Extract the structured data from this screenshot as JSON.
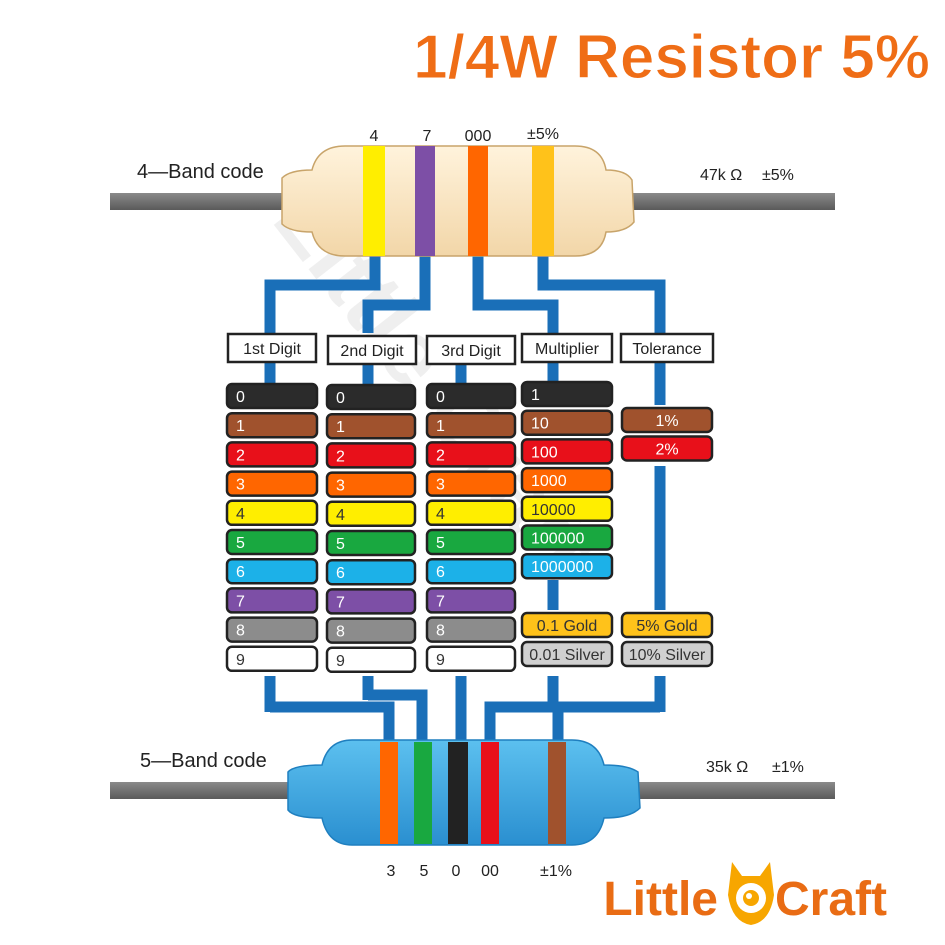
{
  "title": "1/4W Resistor 5%",
  "watermark": "Little Craft",
  "brand": {
    "left": "Little",
    "right": "Craft",
    "color": "#f7a600",
    "text_color": "#e96c14"
  },
  "four_band": {
    "label": "4—Band code",
    "bands": [
      "4",
      "7",
      "000",
      "±5%"
    ],
    "band_colors": [
      "#ffee00",
      "#7d4fa6",
      "#ff6600",
      "#ffc21a"
    ],
    "value": "47k Ω",
    "tolerance": "±5%"
  },
  "five_band": {
    "label": "5—Band code",
    "bands": [
      "3",
      "5",
      "0",
      "00",
      "±1%"
    ],
    "band_colors": [
      "#ff6600",
      "#19a840",
      "#222222",
      "#e8101a",
      "#a0522d"
    ],
    "value": "35k Ω",
    "tolerance": "±1%"
  },
  "headers": [
    "1st Digit",
    "2nd Digit",
    "3rd Digit",
    "Multiplier",
    "Tolerance"
  ],
  "digit_rows": [
    {
      "label": "0",
      "color": "#2b2b2b",
      "text": "#ffffff"
    },
    {
      "label": "1",
      "color": "#a0522d",
      "text": "#ffffff"
    },
    {
      "label": "2",
      "color": "#e8101a",
      "text": "#ffffff"
    },
    {
      "label": "3",
      "color": "#ff6600",
      "text": "#ffffff"
    },
    {
      "label": "4",
      "color": "#ffee00",
      "text": "#333333"
    },
    {
      "label": "5",
      "color": "#19a840",
      "text": "#ffffff"
    },
    {
      "label": "6",
      "color": "#1cb1e8",
      "text": "#ffffff"
    },
    {
      "label": "7",
      "color": "#7d4fa6",
      "text": "#ffffff"
    },
    {
      "label": "8",
      "color": "#8c8c8c",
      "text": "#ffffff"
    },
    {
      "label": "9",
      "color": "#ffffff",
      "text": "#333333"
    }
  ],
  "multiplier_rows": [
    {
      "label": "1",
      "color": "#2b2b2b",
      "text": "#ffffff"
    },
    {
      "label": "10",
      "color": "#a0522d",
      "text": "#ffffff"
    },
    {
      "label": "100",
      "color": "#e8101a",
      "text": "#ffffff"
    },
    {
      "label": "1000",
      "color": "#ff6600",
      "text": "#ffffff"
    },
    {
      "label": "10000",
      "color": "#ffee00",
      "text": "#333333"
    },
    {
      "label": "100000",
      "color": "#19a840",
      "text": "#ffffff"
    },
    {
      "label": "1000000",
      "color": "#1cb1e8",
      "text": "#ffffff"
    }
  ],
  "multiplier_metal": [
    {
      "label": "0.1 Gold",
      "color": "#ffc21a",
      "text": "#333333"
    },
    {
      "label": "0.01 Silver",
      "color": "#d0d0d0",
      "text": "#333333"
    }
  ],
  "tolerance_rows": [
    {
      "label": "1%",
      "color": "#a0522d",
      "text": "#ffffff"
    },
    {
      "label": "2%",
      "color": "#e8101a",
      "text": "#ffffff"
    }
  ],
  "tolerance_metal": [
    {
      "label": "5% Gold",
      "color": "#ffc21a",
      "text": "#333333"
    },
    {
      "label": "10% Silver",
      "color": "#d0d0d0",
      "text": "#333333"
    }
  ],
  "colors": {
    "title": "#ef6d16",
    "connector": "#1a6fb8",
    "lead": "#6e6e6e",
    "body4": "#fbe6c4",
    "body5": "#3aa6e0"
  }
}
